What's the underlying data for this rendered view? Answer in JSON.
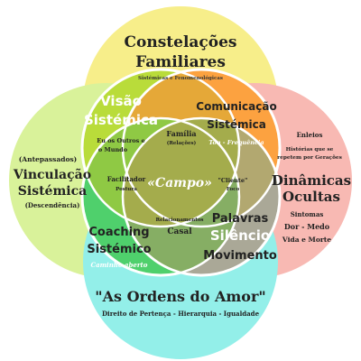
{
  "regions": {
    "top": {
      "title_line1": "Constelações",
      "title_line2": "Familiares",
      "subtitle": "Sistémicas e Fenomenológicas",
      "color": "#f7ee8a"
    },
    "left": {
      "note": "(Antepassados)",
      "title_line1": "Vinculação",
      "title_line2": "Sistémica",
      "subtitle": "(Descendência)",
      "color": "#d9f29a"
    },
    "right": {
      "line1": "Enleios",
      "line2": "Histórias que se",
      "line3": "repetem por Gerações",
      "title_line1": "Dinâmicas",
      "title_line2": "Ocultas",
      "line4": "Sintomas",
      "line5": "Dor - Medo",
      "line6": "Vida e Morte",
      "color": "#f8b9b3"
    },
    "bottom": {
      "title": "\"As Ordens do Amor\"",
      "subtitle": "Direito de Pertença - Hierarquia - Igualdade",
      "color": "#93efe9"
    },
    "visao": {
      "title_line1": "Visão",
      "title_line2": "Sistémica",
      "sub_line1": "Eu os Outros e",
      "sub_line2": "o Mundo",
      "color": "#b9dc3a"
    },
    "comunicacao": {
      "title_line1": "Comunicação",
      "title_line2": "Sistémica",
      "subtitle": "Ton - Frequência",
      "color": "#fca240"
    },
    "coaching": {
      "title_line1": "Coaching",
      "title_line2": "Sistémico",
      "subtitle": "Caminho aberto",
      "color": "#4fd06c"
    },
    "palavras": {
      "line1": "Palavras",
      "line2": "Silêncio",
      "line3": "Movimento",
      "color": "#aaa897"
    },
    "familia": {
      "title": "Família",
      "subtitle": "(Relações)",
      "color": "#e5a838"
    },
    "facilitador": {
      "title": "Facilitador",
      "subtitle": "Postura",
      "color": "#8fc944"
    },
    "cliente": {
      "title": "\"Cliente\"",
      "subtitle": "Foco",
      "color": "#b2a870"
    },
    "relacionamentos": {
      "title": "Relacionamentos",
      "subtitle": "Casal",
      "color": "#86ae64"
    },
    "campo": {
      "title": "«Campo»",
      "color": "#a4ac4c"
    }
  }
}
